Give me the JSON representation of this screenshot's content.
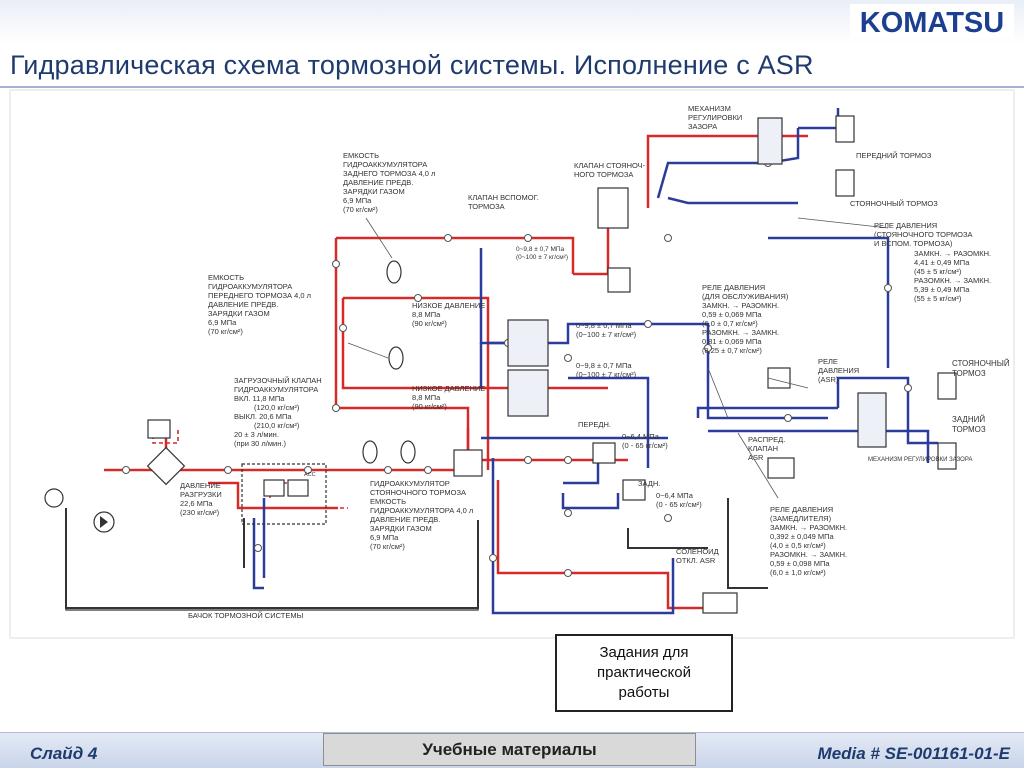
{
  "header": {
    "brand": "KOMATSU",
    "title": "Гидравлическая схема тормозной системы. Исполнение с ASR"
  },
  "colors": {
    "pressure_line": "#d42a2a",
    "control_line": "#2b3c9a",
    "return_line": "#333333",
    "title": "#1f3b6e"
  },
  "labels": {
    "rear_acc": [
      "ЕМКОСТЬ",
      "ГИДРОАККУМУЛЯТОРА",
      "ЗАДНЕГО ТОРМОЗА 4,0 л",
      "ДАВЛЕНИЕ ПРЕДВ.",
      "ЗАРЯДКИ ГАЗОМ",
      "6,9 МПа",
      "(70 кг/см²)"
    ],
    "aux_valve": [
      "КЛАПАН ВСПОМОГ.",
      "ТОРМОЗА"
    ],
    "aux_range": [
      "0~9,8 ± 0,7 МПа",
      "(0~100 ± 7 кг/см²)"
    ],
    "parking_valve": [
      "КЛАПАН СТОЯНОЧ-",
      "НОГО ТОРМОЗА"
    ],
    "gap_mech": [
      "МЕХАНИЗМ",
      "РЕГУЛИРОВКИ",
      "ЗАЗОРА"
    ],
    "front_brake": "ПЕРЕДНИЙ ТОРМОЗ",
    "parking_brake_top": "СТОЯНОЧНЫЙ ТОРМОЗ",
    "relay_parking": [
      "РЕЛЕ ДАВЛЕНИЯ",
      "(СТОЯНОЧНОГО ТОРМОЗА",
      "И ВСПОМ. ТОРМОЗА)",
      "ЗАМКН. → РАЗОМКН.",
      "4,41 ± 0,49 МПа",
      "(45 ± 5 кг/см²)",
      "РАЗОМКН. → ЗАМКН.",
      "5,39 ± 0,49 МПа",
      "(55 ± 5 кг/см²)"
    ],
    "front_acc": [
      "ЕМКОСТЬ",
      "ГИДРОАККУМУЛЯТОРА",
      "ПЕРЕДНЕГО ТОРМОЗА 4,0 л",
      "ДАВЛЕНИЕ ПРЕДВ.",
      "ЗАРЯДКИ ГАЗОМ",
      "6,9 МПа",
      "(70 кг/см²)"
    ],
    "low_pressure_1": [
      "НИЗКОЕ ДАВЛЕНИЕ",
      "8,8 МПа",
      "(90 кг/см²)"
    ],
    "low_pressure_2": [
      "НИЗКОЕ ДАВЛЕНИЕ",
      "8,8 МПа",
      "(90 кг/см²)"
    ],
    "range_1": [
      "0~9,8 ± 0,7 МПа",
      "(0~100 ± 7 кг/см²)"
    ],
    "range_2": [
      "0~9,8 ± 0,7 МПа",
      "(0~100 ± 7 кг/см²)"
    ],
    "relay_service": [
      "РЕЛЕ ДАВЛЕНИЯ",
      "(ДЛЯ ОБСЛУЖИВАНИЯ)",
      "ЗАМКН. → РАЗОМКН.",
      "0,59 ± 0,069 МПа",
      "(6,0 ± 0,7 кг/см²)",
      "РАЗОМКН. → ЗАМКН.",
      "0,81 ± 0,069 МПа",
      "(8,25 ± 0,7 кг/см²)"
    ],
    "relay_asr": [
      "РЕЛЕ",
      "ДАВЛЕНИЯ",
      "(ASR)"
    ],
    "parking_brake_right": [
      "СТОЯНОЧНЫЙ",
      "ТОРМОЗ"
    ],
    "rear_brake": [
      "ЗАДНИЙ",
      "ТОРМОЗ"
    ],
    "gap_mech_short": "МЕХАНИЗМ РЕГУЛИРОВКИ ЗАЗОРА",
    "asr_valve": [
      "РАСПРЕД.",
      "КЛАПАН",
      "ASR"
    ],
    "unload_valve": [
      "ЗАГРУЗОЧНЫЙ КЛАПАН",
      "ГИДРОАККУМУЛЯТОРА",
      "ВКЛ. 11,8 МПа",
      "(120,0 кг/см²)",
      "ВЫКЛ. 20,6 МПа",
      "(210,0 кг/см²)",
      "20 ± 3 л/мин.",
      "(при 30 л/мин.)"
    ],
    "front_press": [
      "ПЕРЕДН.",
      "0~6,4 МПа",
      "(0 - 65 кг/см²)"
    ],
    "rear_press": [
      "ЗАДН.",
      "0~6,4 МПа",
      "(0 - 65 кг/см²)"
    ],
    "unload_pressure": [
      "ДАВЛЕНИЕ",
      "РАЗГРУЗКИ",
      "22,6 МПа",
      "(230 кг/см²)"
    ],
    "parking_acc": [
      "ГИДРОАККУМУЛЯТОР",
      "СТОЯНОЧНОГО ТОРМОЗА",
      "ЕМКОСТЬ",
      "ГИДРОАККУМУЛЯТОРА 4,0 л",
      "ДАВЛЕНИЕ ПРЕДВ.",
      "ЗАРЯДКИ ГАЗОМ",
      "6,9 МПа",
      "(70 кг/см²)"
    ],
    "relay_retarder": [
      "РЕЛЕ ДАВЛЕНИЯ",
      "(ЗАМЕДЛИТЕЛЯ)",
      "ЗАМКН. → РАЗОМКН.",
      "0,392 ± 0,049 МПа",
      "(4,0 ± 0,5 кг/см²)",
      "РАЗОМКН. → ЗАМКН.",
      "0,59 ± 0,098 МПа",
      "(6,0 ± 1,0 кг/см²)"
    ],
    "solenoid": [
      "СОЛЕНОИД",
      "ОТКЛ. ASR"
    ],
    "acc_tag": "ACC",
    "tank": "БАЧОК ТОРМОЗНОЙ СИСТЕМЫ"
  },
  "task_box": "Задания для\nпрактической\nработы",
  "footer": {
    "slide": "Слайд 4",
    "materials": "Учебные материалы",
    "media": "Media # SE-001161-01-E"
  }
}
